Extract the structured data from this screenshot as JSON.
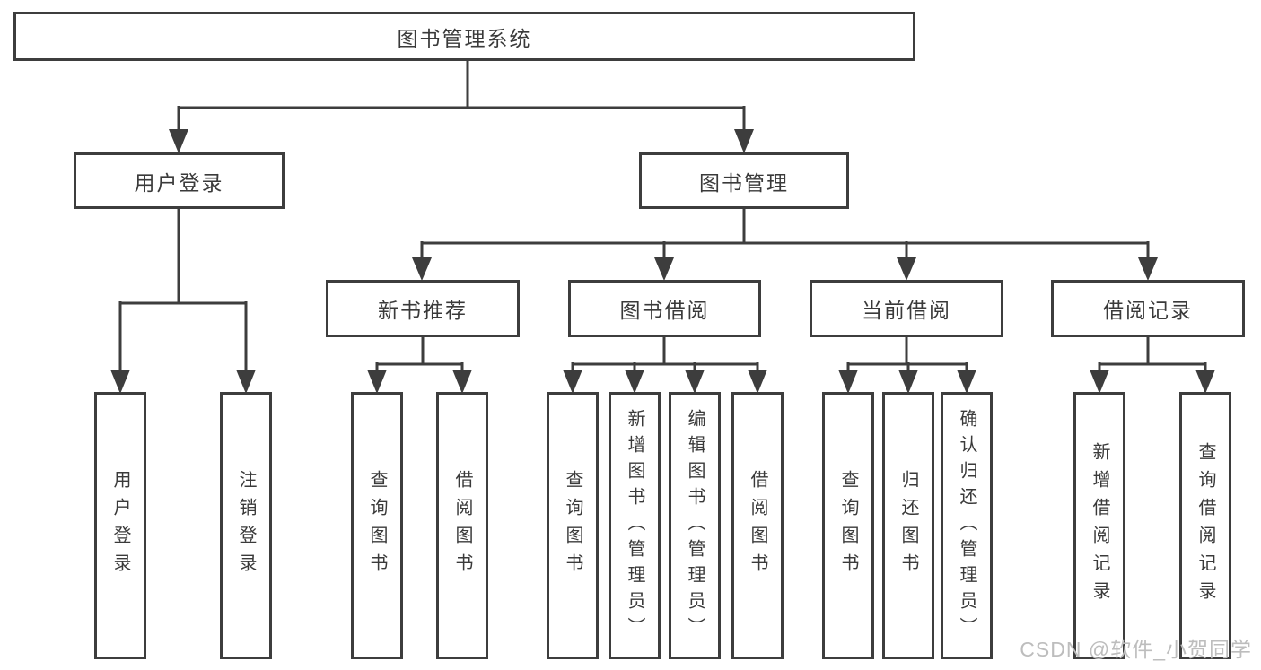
{
  "tree": {
    "root": "图书管理系统",
    "login": {
      "label": "用户登录",
      "leaves": [
        "用户登录",
        "注销登录"
      ]
    },
    "management": {
      "label": "图书管理",
      "groups": [
        {
          "label": "新书推荐",
          "leaves": [
            "查询图书",
            "借阅图书"
          ]
        },
        {
          "label": "图书借阅",
          "leaves": [
            "查询图书",
            "新增图书（管理员）",
            "编辑图书（管理员）",
            "借阅图书"
          ]
        },
        {
          "label": "当前借阅",
          "leaves": [
            "查询图书",
            "归还图书",
            "确认归还（管理员）"
          ]
        },
        {
          "label": "借阅记录",
          "leaves": [
            "新增借阅记录",
            "查询借阅记录"
          ]
        }
      ]
    }
  },
  "watermark": "CSDN @软件_小贺同学",
  "colors": {
    "line": "#3d3d3d",
    "text": "#3a3a3a",
    "watermark": "#bdbdbd",
    "background": "#ffffff"
  }
}
